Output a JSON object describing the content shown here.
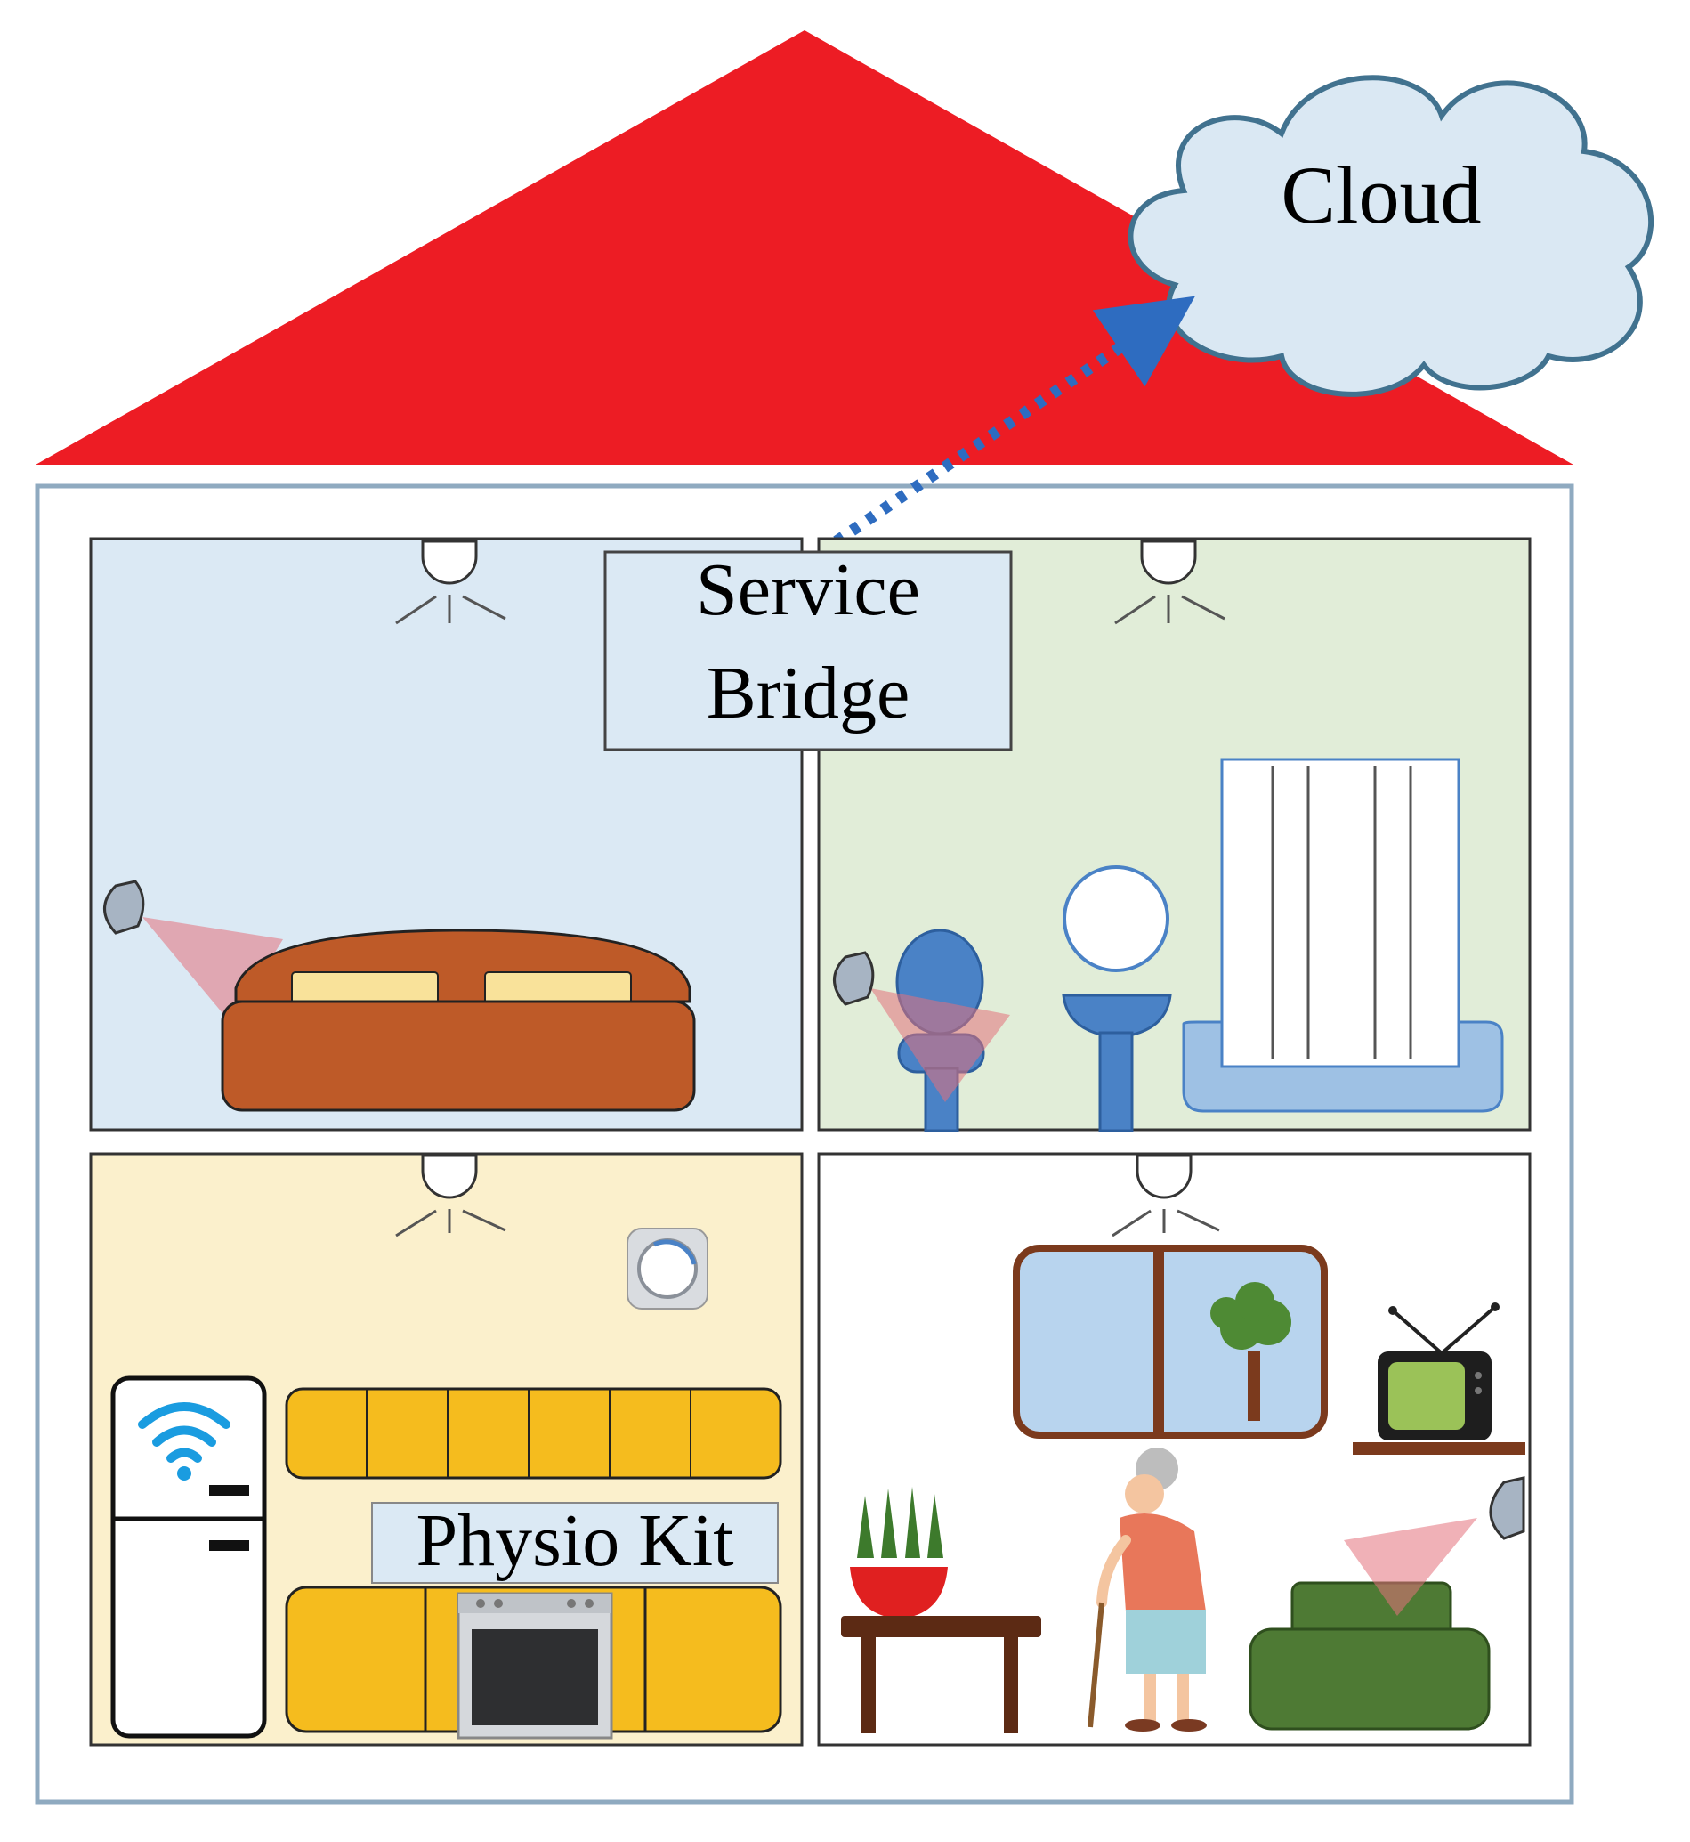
{
  "labels": {
    "cloud": "Cloud",
    "service_bridge_line1": "Service",
    "service_bridge_line2": "Bridge",
    "physio_kit": "Physio Kit"
  },
  "colors": {
    "roof": "#ED1C24",
    "cloud_fill": "#DAE8F3",
    "cloud_stroke": "#41728F",
    "link": "#2E6CC0",
    "bedroom": "#DBE9F4",
    "bathroom": "#E1EDD8",
    "kitchen": "#FBF0CC",
    "living_room": "#FFFFFF",
    "house_frame": "#8FAAC0",
    "bed": "#BE5A28",
    "pillow": "#F9E29A",
    "sensor_cone": "#E4717C",
    "fixture_blue": "#4A82C6",
    "cabinet": "#F5BC1E",
    "sofa": "#4E7A34"
  },
  "icons": [
    "ceiling-light-icon",
    "motion-sensor-icon",
    "bed-icon",
    "toilet-icon",
    "sink-icon",
    "mirror-icon",
    "shower-curtain-icon",
    "bathtub-icon",
    "fridge-icon",
    "wifi-icon",
    "kitchen-cabinet-icon",
    "oven-icon",
    "thermostat-icon",
    "window-icon",
    "tree-icon",
    "tv-icon",
    "plant-icon",
    "table-icon",
    "elderly-person-icon",
    "sofa-icon"
  ]
}
